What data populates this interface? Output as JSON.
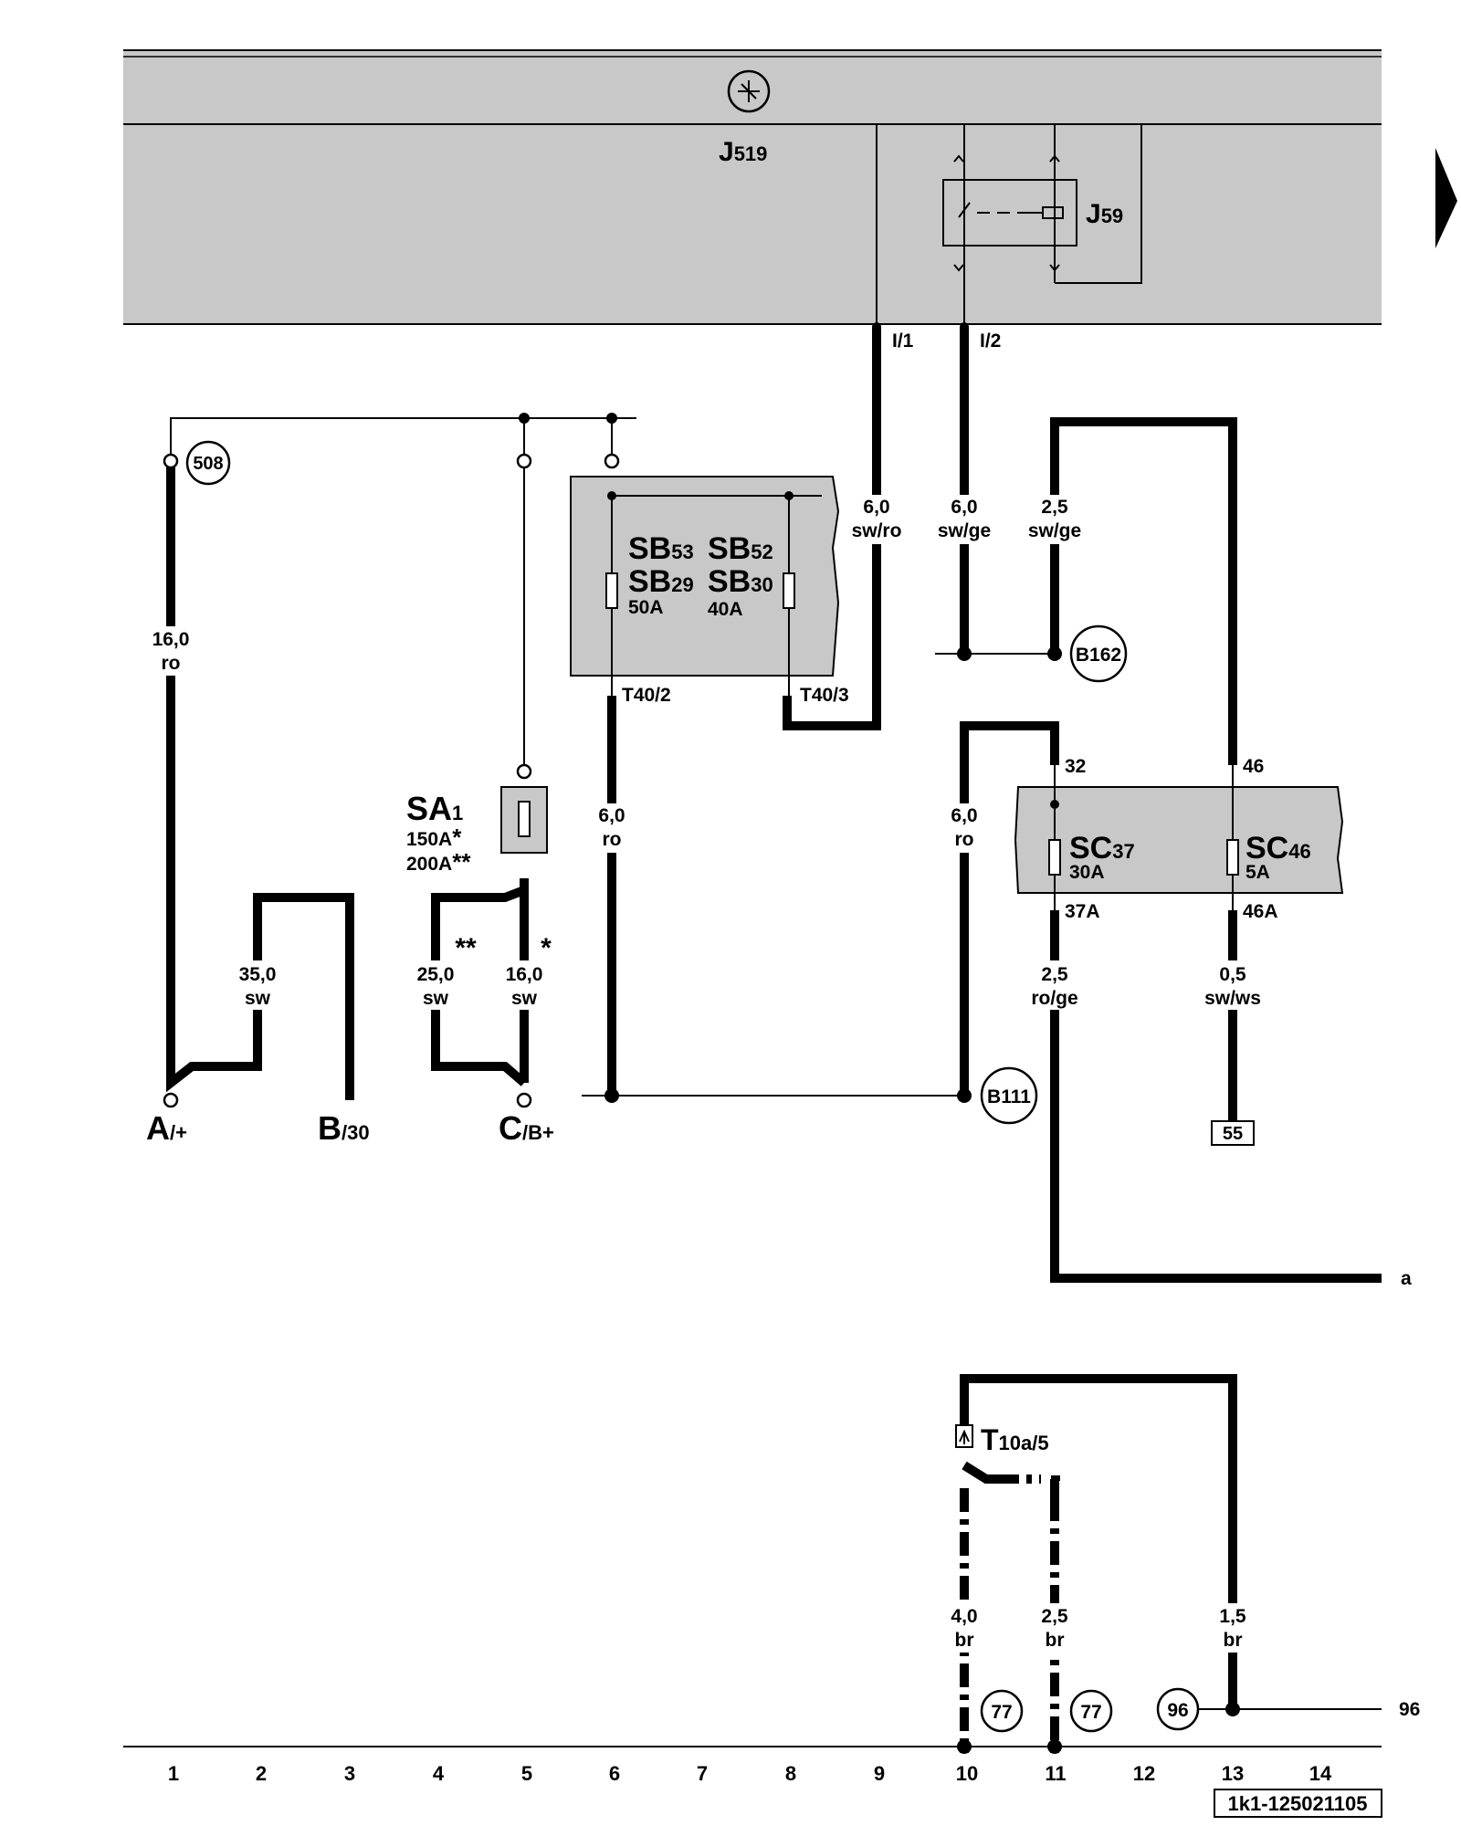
{
  "components": {
    "j519": {
      "code": "J",
      "sub": "519"
    },
    "j59": {
      "code": "J",
      "sub": "59"
    },
    "sa1": {
      "code": "SA",
      "sub": "1",
      "rating1": "150A",
      "mark1": "*",
      "rating2": "200A",
      "mark2": "**"
    },
    "sb53": {
      "code": "SB",
      "sub": "53"
    },
    "sb52": {
      "code": "SB",
      "sub": "52"
    },
    "sb29": {
      "code": "SB",
      "sub": "29",
      "rating": "50A"
    },
    "sb30": {
      "code": "SB",
      "sub": "30",
      "rating": "40A"
    },
    "sc37": {
      "code": "SC",
      "sub": "37",
      "rating": "30A"
    },
    "sc46": {
      "code": "SC",
      "sub": "46",
      "rating": "5A"
    },
    "t10a5": {
      "code": "T",
      "sub": "10a/5"
    }
  },
  "terminals": {
    "a": {
      "code": "A",
      "sub": "/+"
    },
    "b": {
      "code": "B",
      "sub": "/30"
    },
    "c": {
      "code": "C",
      "sub": "/B+"
    }
  },
  "pins": {
    "i1": "I/1",
    "i2": "I/2",
    "t40_2": "T40/2",
    "t40_3": "T40/3",
    "p32": "32",
    "p46": "46",
    "p37a": "37A",
    "p46a": "46A"
  },
  "wires": {
    "w1": {
      "size": "16,0",
      "color": "ro"
    },
    "w3": {
      "size": "35,0",
      "color": "sw"
    },
    "w4": {
      "size": "25,0",
      "color": "sw",
      "mark": "**"
    },
    "w5": {
      "size": "16,0",
      "color": "sw",
      "mark": "*"
    },
    "w6": {
      "size": "6,0",
      "color": "ro"
    },
    "w9": {
      "size": "6,0",
      "color": "sw/ro"
    },
    "w10a": {
      "size": "6,0",
      "color": "sw/ge"
    },
    "w10b": {
      "size": "6,0",
      "color": "ro"
    },
    "w10c": {
      "size": "4,0",
      "color": "br"
    },
    "w11a": {
      "size": "2,5",
      "color": "sw/ge"
    },
    "w11b": {
      "size": "2,5",
      "color": "ro/ge"
    },
    "w11c": {
      "size": "2,5",
      "color": "br"
    },
    "w13a": {
      "size": "0,5",
      "color": "sw/ws"
    },
    "w13b": {
      "size": "1,5",
      "color": "br"
    }
  },
  "connections": {
    "c508": "508",
    "b162": "B162",
    "b111": "B111",
    "c77a": "77",
    "c77b": "77",
    "c96": "96"
  },
  "boxed_ref": "55",
  "continuation": {
    "a": "a",
    "ref96": "96"
  },
  "grid_numbers": [
    "1",
    "2",
    "3",
    "4",
    "5",
    "6",
    "7",
    "8",
    "9",
    "10",
    "11",
    "12",
    "13",
    "14"
  ],
  "diagram_id": "1k1-125021105"
}
